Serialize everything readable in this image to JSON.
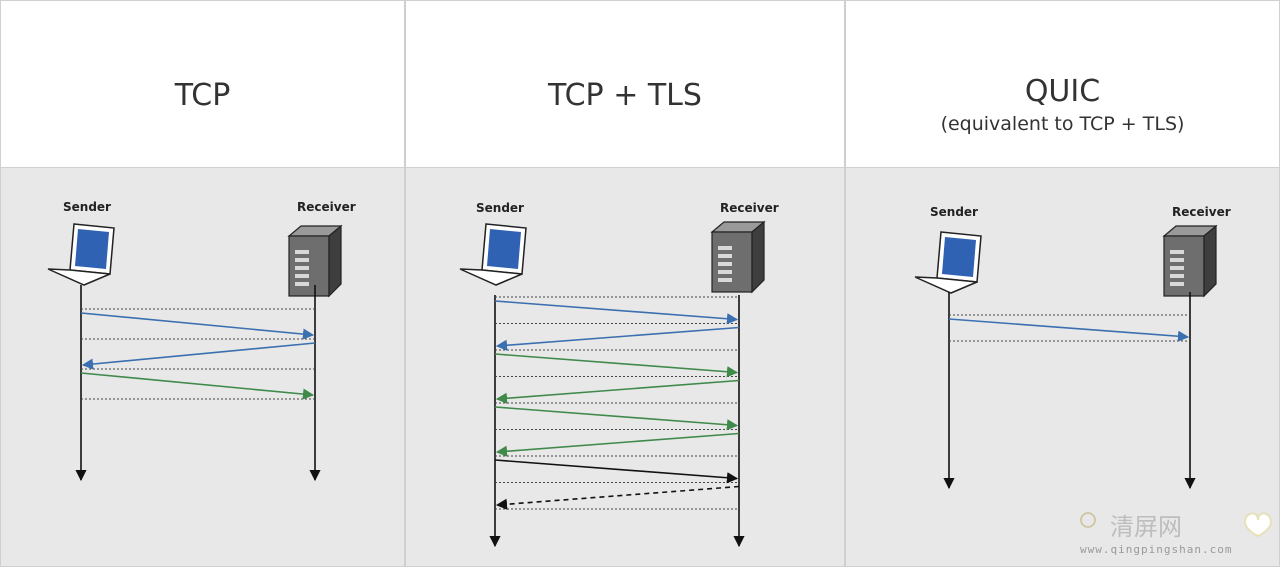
{
  "panels": [
    {
      "title": "TCP",
      "subtitle": "",
      "sender_label": "Sender",
      "receiver_label": "Receiver",
      "messages": [
        {
          "dir": "to-receiver",
          "color": "blue",
          "style": "solid"
        },
        {
          "dir": "to-sender",
          "color": "blue",
          "style": "solid"
        },
        {
          "dir": "to-receiver",
          "color": "green",
          "style": "solid"
        }
      ]
    },
    {
      "title": "TCP + TLS",
      "subtitle": "",
      "sender_label": "Sender",
      "receiver_label": "Receiver",
      "messages": [
        {
          "dir": "to-receiver",
          "color": "blue",
          "style": "solid"
        },
        {
          "dir": "to-sender",
          "color": "blue",
          "style": "solid"
        },
        {
          "dir": "to-receiver",
          "color": "green",
          "style": "solid"
        },
        {
          "dir": "to-sender",
          "color": "green",
          "style": "solid"
        },
        {
          "dir": "to-receiver",
          "color": "green",
          "style": "solid"
        },
        {
          "dir": "to-sender",
          "color": "green",
          "style": "solid"
        },
        {
          "dir": "to-receiver",
          "color": "black",
          "style": "solid"
        },
        {
          "dir": "to-sender",
          "color": "black",
          "style": "dashed"
        }
      ]
    },
    {
      "title": "QUIC",
      "subtitle": "(equivalent to TCP + TLS)",
      "sender_label": "Sender",
      "receiver_label": "Receiver",
      "messages": [
        {
          "dir": "to-receiver",
          "color": "blue",
          "style": "solid"
        }
      ]
    }
  ],
  "colors": {
    "blue": "#3a6fb0",
    "green": "#3f8a4a",
    "black": "#111111",
    "header_bg": "#ffffff",
    "body_bg": "#e8e8e8",
    "laptop_screen": "#2f62b3",
    "server_body": "#6e6e6e"
  },
  "watermark": {
    "text": "清屏网",
    "url": "www.qingpingshan.com"
  }
}
